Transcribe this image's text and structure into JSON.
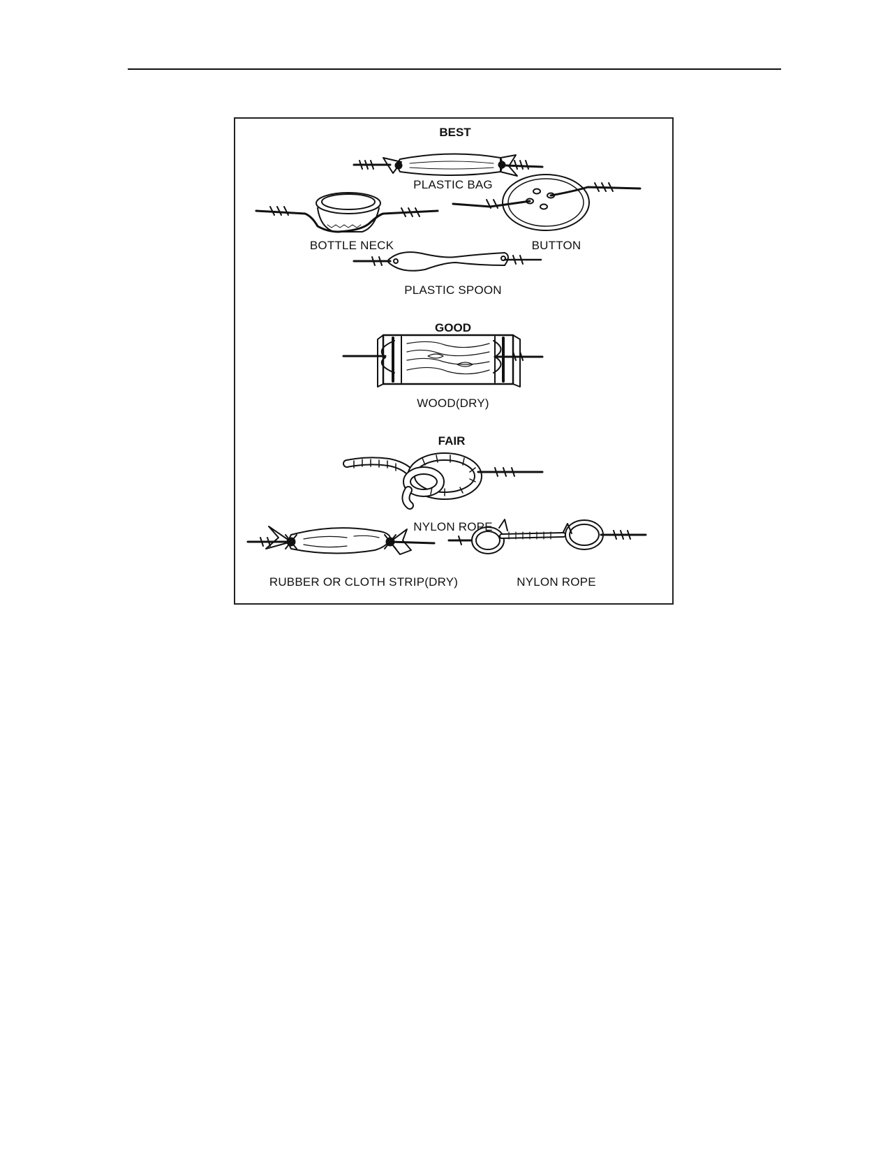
{
  "figure": {
    "sections": [
      {
        "heading": "BEST",
        "items": [
          "PLASTIC BAG",
          "BOTTLE NECK",
          "BUTTON",
          "PLASTIC SPOON"
        ]
      },
      {
        "heading": "GOOD",
        "items": [
          "WOOD(DRY)"
        ]
      },
      {
        "heading": "FAIR",
        "items": [
          "NYLON ROPE",
          "RUBBER OR CLOTH STRIP(DRY)",
          "NYLON ROPE"
        ]
      }
    ]
  }
}
